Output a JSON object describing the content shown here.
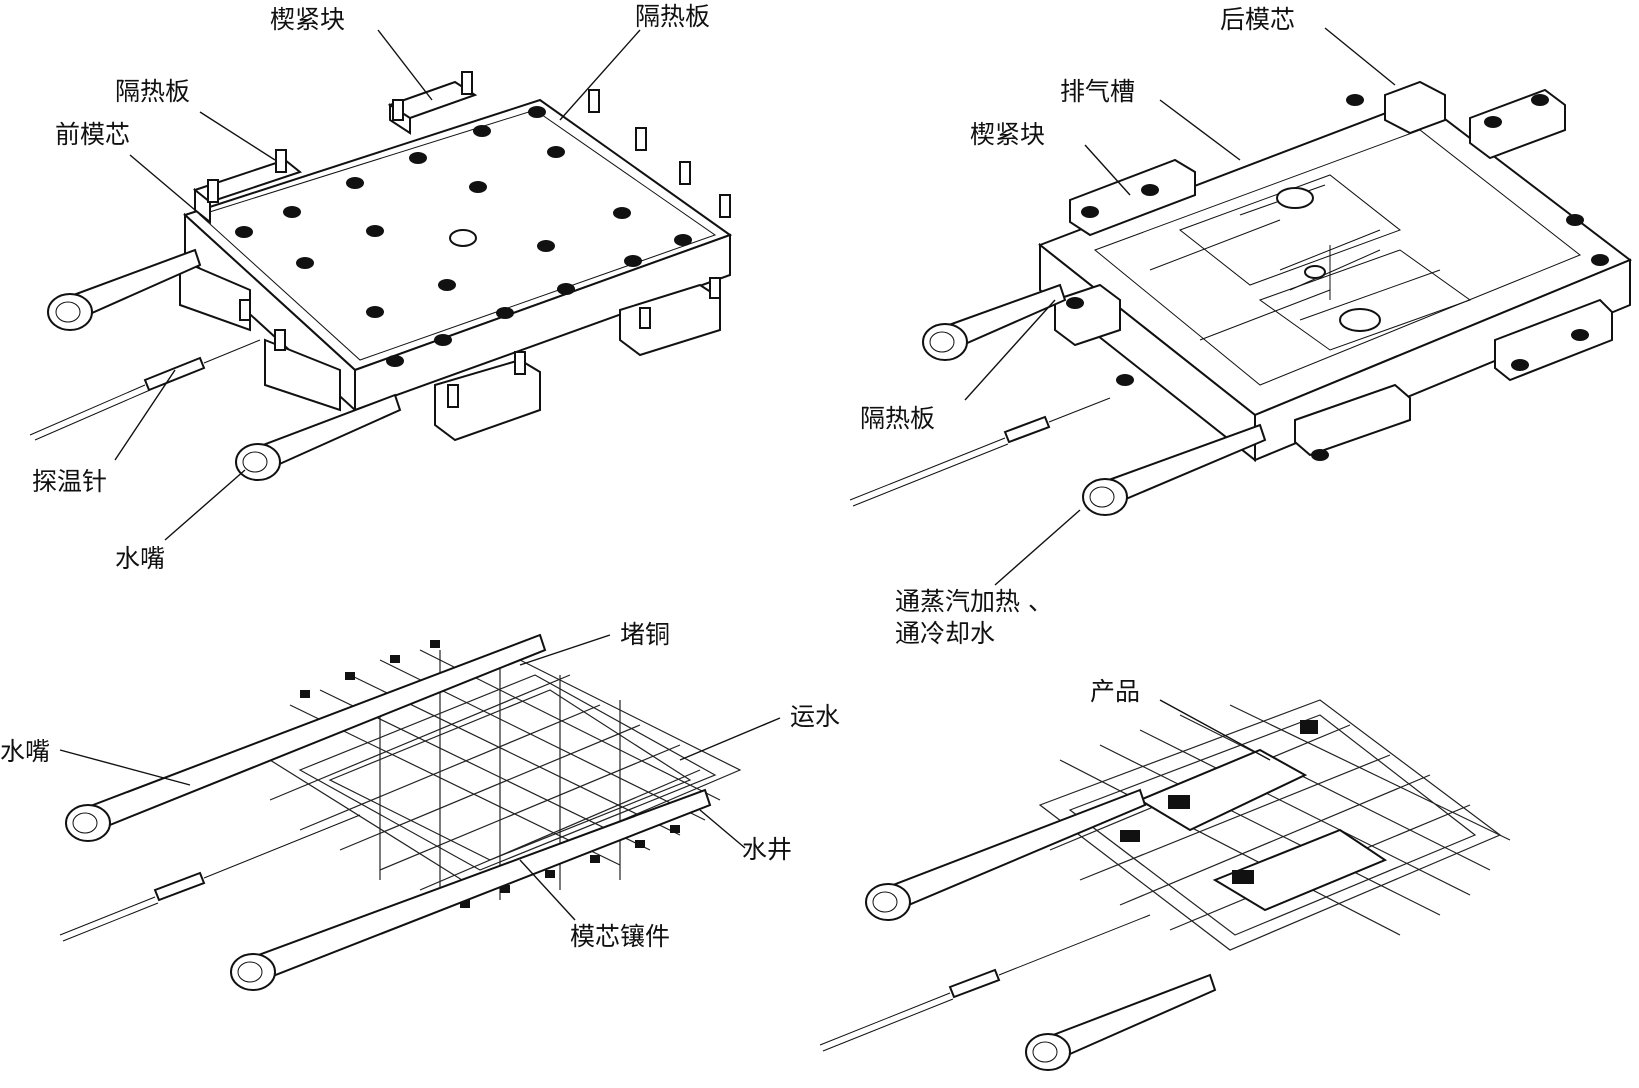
{
  "figure": {
    "panels": [
      {
        "id": "front-mold-core-assembly",
        "labels": {
          "wedge_block": "楔紧块",
          "insulation_board_right": "隔热板",
          "insulation_board_left": "隔热板",
          "front_mold_core": "前模芯",
          "temp_probe": "探温针",
          "water_nozzle": "水嘴"
        }
      },
      {
        "id": "rear-mold-core-assembly",
        "labels": {
          "rear_mold_core": "后模芯",
          "vent_slot": "排气槽",
          "wedge_block": "楔紧块",
          "insulation_board": "隔热板",
          "steam_water_line1": "通蒸汽加热 、",
          "steam_water_line2": "通冷却水"
        }
      },
      {
        "id": "front-core-insert-cooling",
        "labels": {
          "copper_plug": "堵铜",
          "water_channel": "运水",
          "water_nozzle": "水嘴",
          "water_well": "水井",
          "core_insert": "模芯镶件"
        }
      },
      {
        "id": "rear-core-insert-cooling",
        "labels": {
          "product": "产品"
        }
      }
    ]
  }
}
